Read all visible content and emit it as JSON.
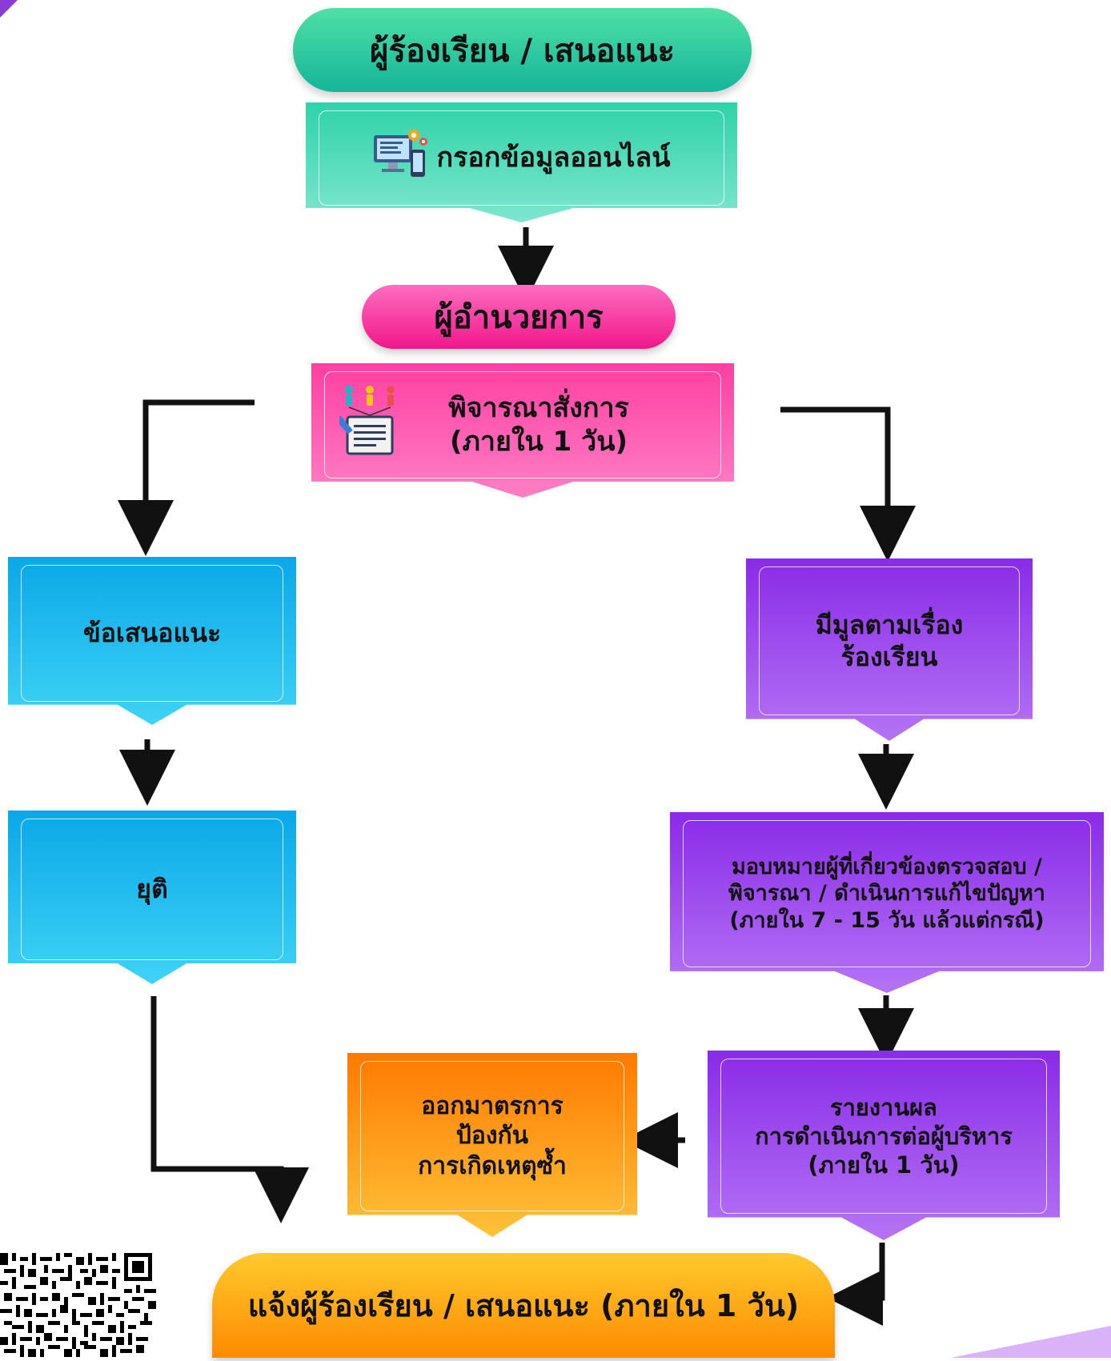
{
  "nodes": {
    "start": "ผู้ร้องเรียน / เสนอแนะ",
    "online": "กรอกข้อมูลออนไลน์",
    "director": "ผู้อำนวยการ",
    "consider_line1": "พิจารณาสั่งการ",
    "consider_line2": "(ภายใน 1 วัน)",
    "suggestion": "ข้อเสนอแนะ",
    "end_case": "ยุติ",
    "valid_line1": "มีมูลตามเรื่อง",
    "valid_line2": "ร้องเรียน",
    "assign_line1": "มอบหมายผู้ที่เกี่ยวข้องตรวจสอบ /",
    "assign_line2": "พิจารณา / ดำเนินการแก้ไขปัญหา",
    "assign_line3": "(ภายใน 7 - 15 วัน แล้วแต่กรณี)",
    "report_line1": "รายงานผล",
    "report_line2": "การดำเนินการต่อผู้บริหาร",
    "report_line3": "(ภายใน 1 วัน)",
    "prevent_line1": "ออกมาตรการ",
    "prevent_line2": "ป้องกัน",
    "prevent_line3": "การเกิดเหตุซ้ำ",
    "notify": "แจ้งผู้ร้องเรียน / เสนอแนะ (ภายใน 1 วัน)"
  },
  "colors": {
    "start": "#2ed3a8",
    "director": "#ff3fa2",
    "suggestion_branch": "#0aa8e8",
    "complaint_branch": "#8a2be8",
    "prevention": "#ff7a00",
    "notify": "#ffa21a"
  },
  "icons": [
    "computer-icon",
    "people-document-icon",
    "qr-code"
  ]
}
